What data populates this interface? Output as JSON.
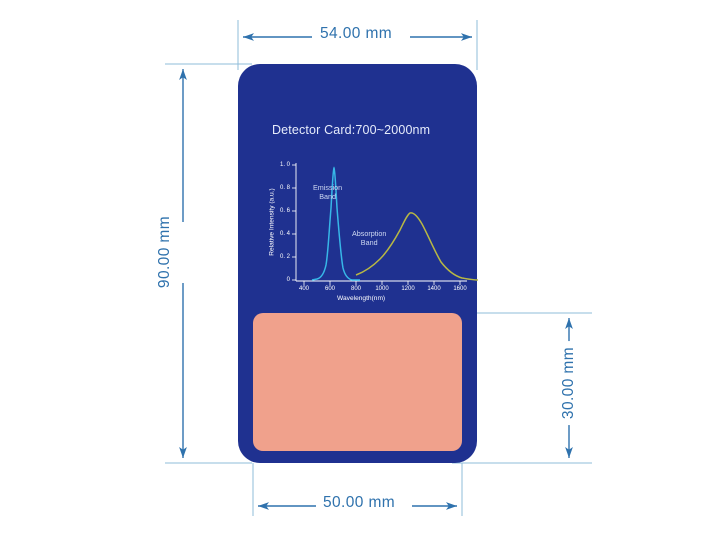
{
  "drawing": {
    "type": "dimensioned-product-drawing",
    "dimensions": {
      "top": "54.00 mm",
      "bottom": "50.00 mm",
      "left": "90.00 mm",
      "right": "30.00 mm"
    },
    "colors": {
      "dimension_line": "#7fb3d8",
      "dimension_text": "#2f72ad",
      "card_body": "#1f3190",
      "card_border": "#21339a",
      "detector_pad": "#f0a18c",
      "background": "#ffffff"
    }
  },
  "card": {
    "title": "Detector Card:700~2000nm",
    "title_color": "#e6ecfb",
    "body_color": "#1f3190",
    "pad_color": "#f0a18c"
  },
  "chart_data": {
    "type": "line",
    "title": "",
    "xlabel": "Wavelength(nm)",
    "ylabel": "Relative Intensity (a.u.)",
    "xlim": [
      300,
      1800
    ],
    "ylim": [
      0,
      1.0
    ],
    "xticks": [
      400,
      600,
      800,
      1000,
      1200,
      1400,
      1600
    ],
    "xtick_labels": [
      "400",
      "600",
      "800",
      "1000",
      "1200",
      "1400",
      "1600"
    ],
    "yticks": [
      0,
      0.2,
      0.4,
      0.6,
      0.8,
      1.0
    ],
    "ytick_labels": [
      "0",
      "0. 2",
      "0. 4",
      "0. 6",
      "0. 8",
      "1. 0"
    ],
    "grid": false,
    "legend": "inline-annotations",
    "annotations": [
      {
        "text": "Emission Band",
        "line1": "Emission",
        "line2": "Band",
        "color": "#cfd9f2"
      },
      {
        "text": "Absorption Band",
        "line1": "Absorption",
        "line2": "Band",
        "color": "#cfd9f2"
      }
    ],
    "series": [
      {
        "name": "Emission Band",
        "color": "#37b7e8",
        "peak_x": 650,
        "peak_y": 0.95,
        "x": [
          520,
          560,
          590,
          610,
          625,
          640,
          650,
          660,
          675,
          690,
          710,
          740,
          780
        ],
        "y": [
          0.01,
          0.03,
          0.1,
          0.28,
          0.58,
          0.88,
          0.95,
          0.86,
          0.52,
          0.24,
          0.08,
          0.02,
          0.01
        ]
      },
      {
        "name": "Absorption Band",
        "color": "#b8b844",
        "peak_x": 1180,
        "peak_y": 0.58,
        "x": [
          780,
          850,
          920,
          980,
          1040,
          1100,
          1150,
          1180,
          1220,
          1270,
          1320,
          1380,
          1450,
          1520,
          1600,
          1700,
          1780
        ],
        "y": [
          0.05,
          0.1,
          0.17,
          0.25,
          0.36,
          0.49,
          0.56,
          0.58,
          0.56,
          0.48,
          0.37,
          0.25,
          0.15,
          0.09,
          0.05,
          0.03,
          0.03
        ]
      }
    ]
  },
  "axis_ticks": {
    "x": [
      {
        "label": "400",
        "px": 304
      },
      {
        "label": "600",
        "px": 330
      },
      {
        "label": "800",
        "px": 356
      },
      {
        "label": "1000",
        "px": 382
      },
      {
        "label": "1200",
        "px": 408
      },
      {
        "label": "1400",
        "px": 434
      },
      {
        "label": "1600",
        "px": 460
      }
    ],
    "y": [
      {
        "label": "1. 0",
        "px": 165
      },
      {
        "label": "0. 8",
        "px": 188
      },
      {
        "label": "0. 6",
        "px": 211
      },
      {
        "label": "0. 4",
        "px": 234
      },
      {
        "label": "0. 2",
        "px": 257
      },
      {
        "label": "0",
        "px": 280
      }
    ]
  }
}
